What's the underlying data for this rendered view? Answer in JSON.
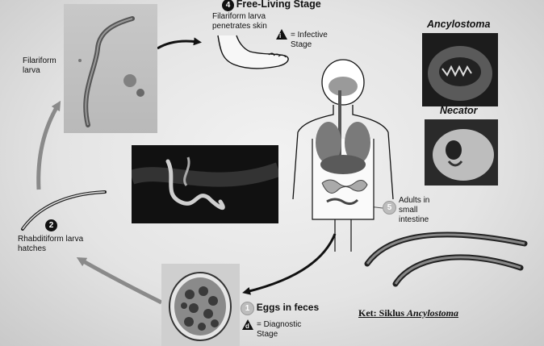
{
  "stages": {
    "free_living": {
      "number": "4",
      "title": "Free-Living Stage",
      "caption": "Filariform larva\npenetrates skin"
    },
    "infective_legend": {
      "symbol": "i",
      "text": "= Infective\nStage"
    },
    "filariform": {
      "label": "Filariform\nlarva"
    },
    "rhabditiform": {
      "number": "2",
      "label": "Rhabditiform larva\nhatches"
    },
    "adults": {
      "number": "5",
      "label": "Adults in\nsmall\nintestine"
    },
    "eggs": {
      "number": "1",
      "title": "Eggs in feces"
    },
    "diagnostic_legend": {
      "symbol": "d",
      "text": "= Diagnostic\nStage"
    }
  },
  "species": {
    "ancylostoma": "Ancylostoma",
    "necator": "Necator"
  },
  "caption": {
    "prefix": "Ket: Siklus ",
    "genus": "Ancylostoma"
  },
  "colors": {
    "arrow_black": "#111111",
    "arrow_grey": "#8a8a8a",
    "photo_dark": "#1a1a1a"
  }
}
